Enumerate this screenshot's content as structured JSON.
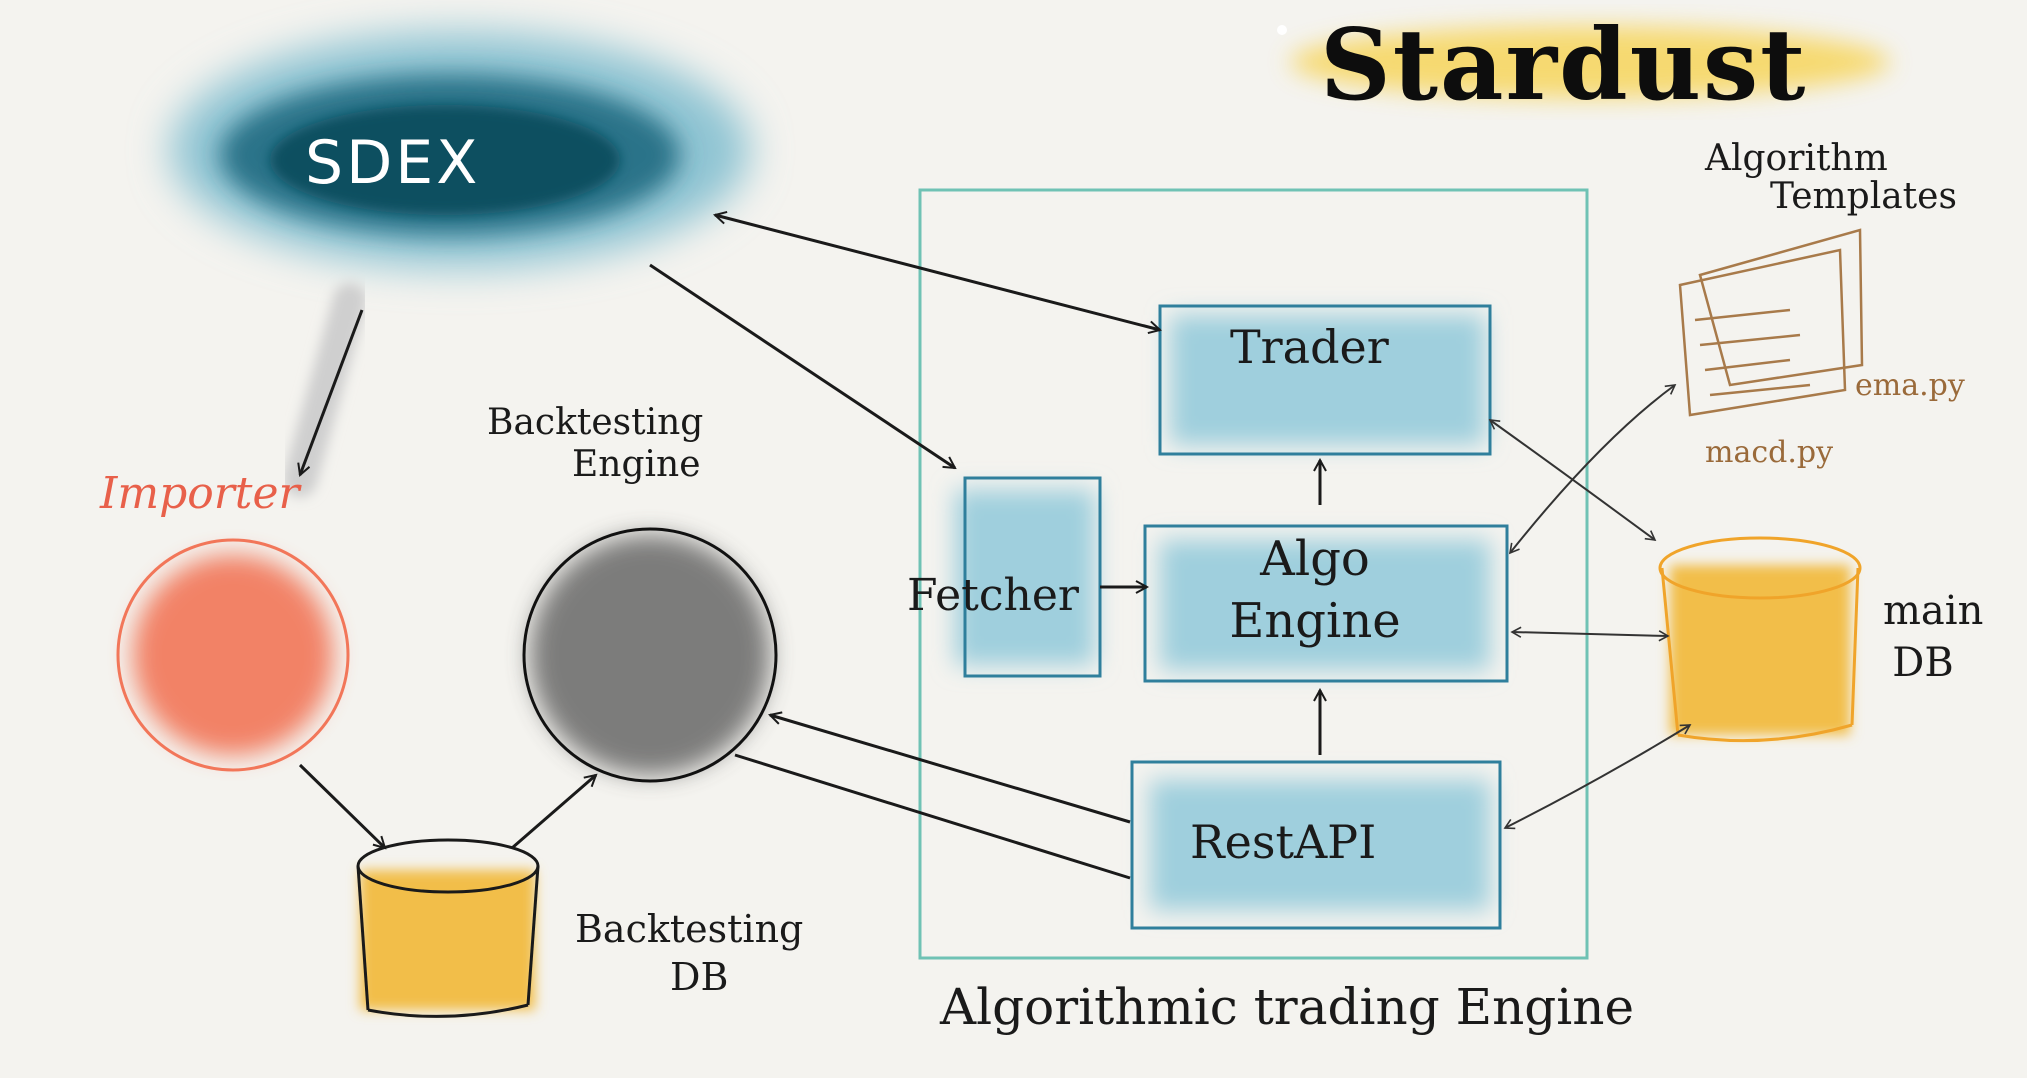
{
  "title": "Stardust",
  "nodes": {
    "sdex": "SDEX",
    "importer": "Importer",
    "backtesting_engine": [
      "Backtesting",
      "Engine"
    ],
    "backtesting_db": [
      "Backtesting",
      "DB"
    ],
    "trader": "Trader",
    "fetcher": "Fetcher",
    "algo_engine": [
      "Algo",
      "Engine"
    ],
    "rest_api": "RestAPI",
    "main_db": [
      "main",
      "DB"
    ],
    "algorithm_templates": [
      "Algorithm",
      "Templates"
    ],
    "template_files": [
      "ema.py",
      "macd.py"
    ]
  },
  "group_label": "Algorithmic trading Engine",
  "colors": {
    "teal_dark": "#0e4f60",
    "teal_light": "#8fc4d3",
    "box_fill": "#9fcfdd",
    "box_stroke": "#2f7f9c",
    "frame": "#6fc2b4",
    "importer": "#f27659",
    "engine": "#555555",
    "db": "#f2be4a",
    "db_stroke": "#1a1a1a",
    "main_db_stroke": "#f0a42a",
    "templates": "#a87a4a",
    "title_highlight": "#f7d55c"
  }
}
